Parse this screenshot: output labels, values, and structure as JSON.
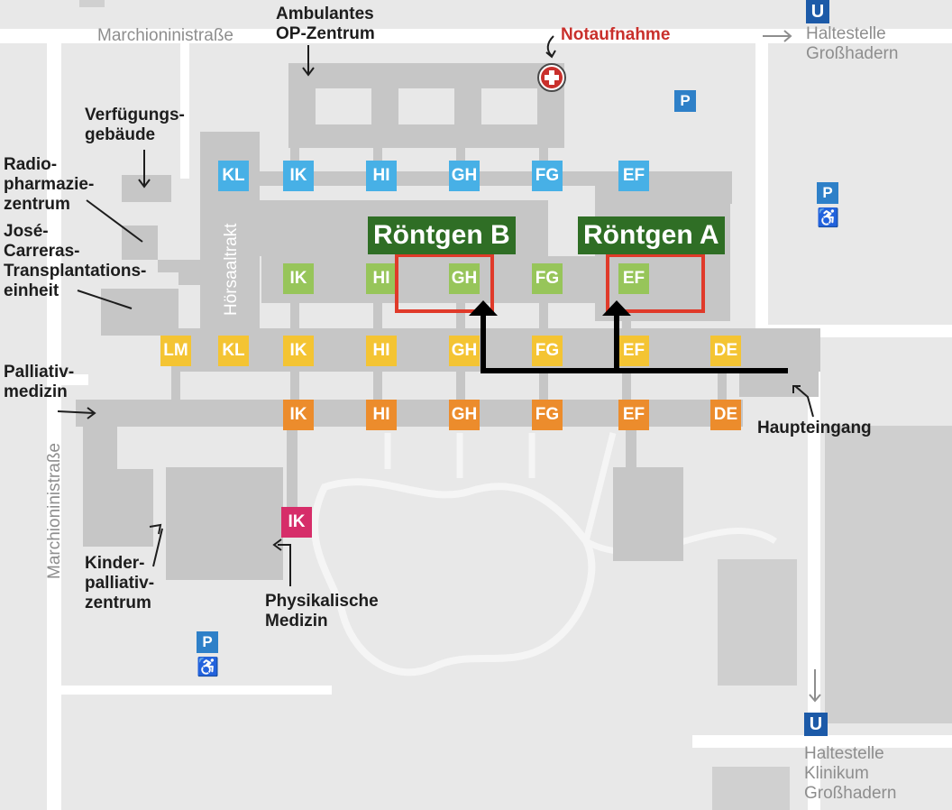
{
  "streets": {
    "top": "Marchioninistraße",
    "left": "Marchioninistraße"
  },
  "building_labels": {
    "op_zentrum": "Ambulantes\nOP-Zentrum",
    "notaufnahme": "Notaufnahme",
    "verfuegung": "Verfügungs-\ngebäude",
    "radio": "Radio-\npharmazie-\nzentrum",
    "jose": "José-\nCarreras-\nTransplantations-\neinheit",
    "palliativ": "Palliativ-\nmedizin",
    "kinder": "Kinder-\npalliativ-\nzentrum",
    "physik": "Physikalische\nMedizin",
    "haupteingang": "Haupteingang",
    "hoersaal": "Hörsaaltrakt"
  },
  "transit": {
    "north_stop": "Haltestelle\nGroßhadern",
    "south_stop": "Haltestelle\nKlinikum\nGroßhadern",
    "ubahn_symbol": "U"
  },
  "parking_symbol": "P",
  "wheelchair_symbol": "♿",
  "roentgen": {
    "a": "Röntgen A",
    "b": "Röntgen B"
  },
  "tiles": {
    "blue": [
      "KL",
      "IK",
      "HI",
      "GH",
      "FG",
      "EF"
    ],
    "green": [
      "IK",
      "HI",
      "GH",
      "FG",
      "EF"
    ],
    "yellow": [
      "LM",
      "KL",
      "IK",
      "HI",
      "GH",
      "FG",
      "EF",
      "DE"
    ],
    "orange": [
      "IK",
      "HI",
      "GH",
      "FG",
      "EF",
      "DE"
    ],
    "magenta": [
      "IK"
    ]
  },
  "colors": {
    "blue": "#47b0e6",
    "green": "#97c55a",
    "yellow": "#f4c433",
    "orange": "#ec8c2c",
    "magenta": "#d62d69",
    "roentgen_bg": "#2f6e25",
    "highlight": "#e03a2a",
    "emergency": "#c9302c"
  },
  "icons": [
    "red-cross-icon",
    "parking-icon",
    "wheelchair-icon",
    "ubahn-icon",
    "arrow-icon"
  ]
}
